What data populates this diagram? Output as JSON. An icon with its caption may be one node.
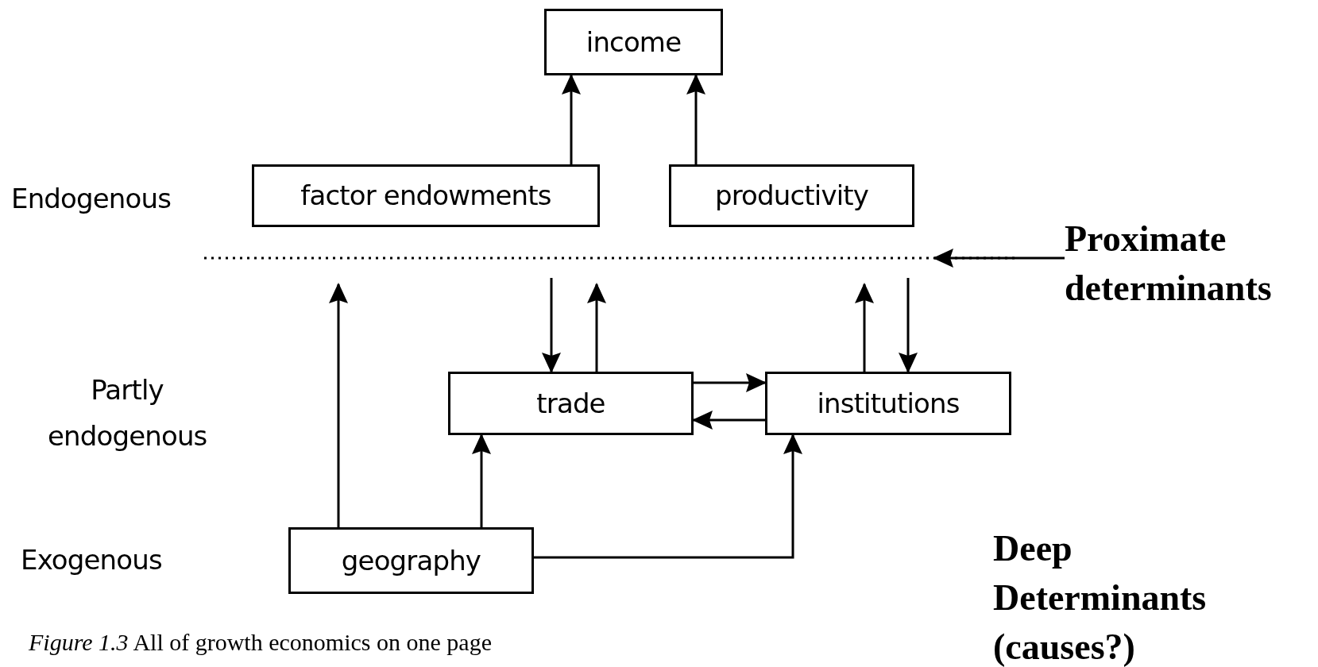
{
  "diagram": {
    "caption": "*Figure 1.3* All of growth economics on one page",
    "nodes": [
      {
        "text": [
          "income"
        ]
      },
      {
        "text": [
          "factor endowments"
        ]
      },
      {
        "text": [
          "productivity"
        ]
      },
      {
        "text": [
          "trade"
        ]
      },
      {
        "text": [
          "institutions"
        ]
      },
      {
        "text": [
          "geography"
        ]
      },
      {
        "text": [
          "Proximate determinants"
        ]
      }
    ],
    "edges": [
      {
        "from": 1,
        "to": 0,
        "arrow": "to"
      },
      {
        "from": 2,
        "to": 0,
        "arrow": "to"
      },
      {
        "from": 5,
        "to": null,
        "arrow": "to"
      },
      {
        "from": null,
        "to": 3,
        "arrow": "to"
      },
      {
        "from": 3,
        "to": null,
        "arrow": "to"
      },
      {
        "from": 4,
        "to": null,
        "arrow": "to"
      },
      {
        "from": null,
        "to": 4,
        "arrow": "to"
      },
      {
        "from": 3,
        "to": 4,
        "arrow": "to"
      },
      {
        "from": 4,
        "to": 3,
        "arrow": "to"
      },
      {
        "from": 5,
        "to": 3,
        "arrow": "to"
      },
      {
        "from": 5,
        "to": 4,
        "arrow": "to"
      },
      {
        "from": 6,
        "to": null,
        "arrow": "to"
      }
    ],
    "labels": [
      "Endogenous",
      "Partly endogenous",
      "Exogenous",
      "Deep Determinants (causes?)"
    ]
  }
}
